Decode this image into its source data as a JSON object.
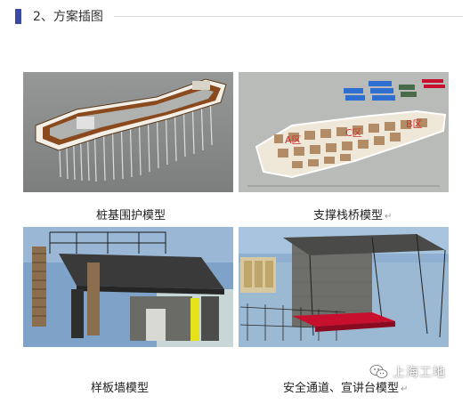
{
  "section": {
    "title": "2、方案插图"
  },
  "figures": [
    {
      "caption": "桩基围护模型",
      "mark": ""
    },
    {
      "caption": "支撑栈桥模型",
      "mark": "↵"
    },
    {
      "caption": "样板墙模型",
      "mark": ""
    },
    {
      "caption": "安全通道、宣讲台模型",
      "mark": "↵"
    }
  ],
  "zone_labels": {
    "a": "A区",
    "b": "C区",
    "c": "B区"
  },
  "watermark": {
    "text": "上海工地",
    "icon": "wechat-icon"
  },
  "colors": {
    "accent": "#3a4aa6",
    "platform_brown": "#8b4a1e",
    "red_stage": "#c8102e",
    "blue_roof": "#2f6fd1"
  }
}
